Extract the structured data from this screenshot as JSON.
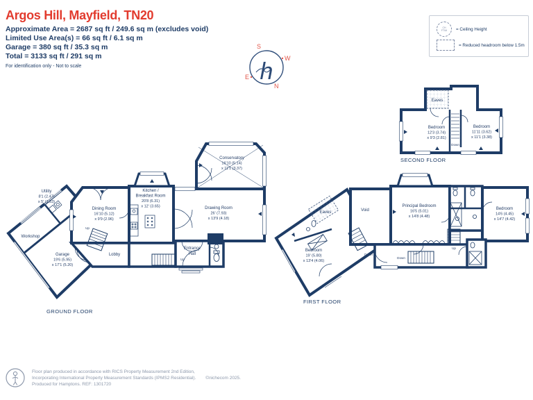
{
  "header": {
    "title": "Argos Hill, Mayfield, TN20",
    "line1": "Approximate Area = 2687 sq ft / 249.6 sq m (excludes void)",
    "line2": "Limited Use Area(s) = 66 sq ft / 6.1 sq m",
    "line3": "Garage = 380 sq ft / 35.3 sq m",
    "line4": "Total = 3133 sq ft / 291 sq m",
    "note": "For identification only - Not to scale"
  },
  "legend": {
    "circle_top": "CH",
    "circle_bottom": "FT/M",
    "ceiling_height": "= Ceiling Height",
    "reduced_headroom": "= Reduced headroom below 1.5m"
  },
  "compass": {
    "n": "N",
    "s": "S",
    "e": "E",
    "w": "W",
    "logo": "h"
  },
  "floors": {
    "ground": {
      "label": "GROUND FLOOR",
      "rooms": {
        "utility": {
          "name": "Utility",
          "dim1": "8'1 (2.47)",
          "dim2": "x 5' (1.53)"
        },
        "workshop": {
          "name": "Workshop"
        },
        "garage": {
          "name": "Garage",
          "dim1": "19'6 (5.95)",
          "dim2": "x 17'1 (5.20)"
        },
        "dining": {
          "name": "Dining Room",
          "dim1": "16'10 (5.12)",
          "dim2": "x 9'9 (2.96)"
        },
        "kitchen": {
          "name1": "Kitchen /",
          "name2": "Breakfast Room",
          "dim1": "20'8 (6.31)",
          "dim2": "x 12' (3.65)"
        },
        "drawing": {
          "name": "Drawing Room",
          "dim1": "26' (7.93)",
          "dim2": "x 13'9 (4.18)"
        },
        "conservatory": {
          "name": "Conservatory",
          "dim1": "16'10 (5.14)",
          "dim2": "x 11'1 (3.37)"
        },
        "entrance": {
          "name1": "Entrance",
          "name2": "Hall"
        },
        "lobby": {
          "name": "Lobby"
        },
        "up_dining": "Up",
        "up_hall": "Up"
      }
    },
    "first": {
      "label": "FIRST FLOOR",
      "rooms": {
        "bedroom_left": {
          "name": "Bedroom",
          "dim1": "19' (5.80)",
          "dim2": "x 13'4 (4.06)"
        },
        "eaves": "Eaves",
        "void": "Void",
        "principal": {
          "name": "Principal Bedroom",
          "dim1": "16'5 (5.01)",
          "dim2": "x 14'8 (4.48)"
        },
        "bedroom_right": {
          "name": "Bedroom",
          "dim1": "14'6 (4.45)",
          "dim2": "x 14'7 (4.42)"
        },
        "down_wing": "Down",
        "down_center": "Down",
        "up": "Up"
      }
    },
    "second": {
      "label": "SECOND FLOOR",
      "rooms": {
        "eaves": "Eaves",
        "bedroom_left": {
          "name": "Bedroom",
          "dim1": "12'3 (3.74)",
          "dim2": "x 9'3 (2.81)"
        },
        "bedroom_right": {
          "name": "Bedroom",
          "dim1": "11'11 (3.62)",
          "dim2": "x 11'1 (3.38)"
        },
        "down": "Down"
      }
    }
  },
  "footer": {
    "line1": "Floor plan produced in accordance with RICS Property Measurement 2nd Edition,",
    "line2": "Incorporating International Property Measurement Standards (IPMS2 Residential).",
    "copyright": "©nichecom 2025.",
    "line3": "Produced for Hamptons.   REF:  1301720"
  },
  "colors": {
    "wall": "#1e3c66",
    "accent_red": "#e23b2e",
    "footer_gray": "#8d98ab"
  }
}
